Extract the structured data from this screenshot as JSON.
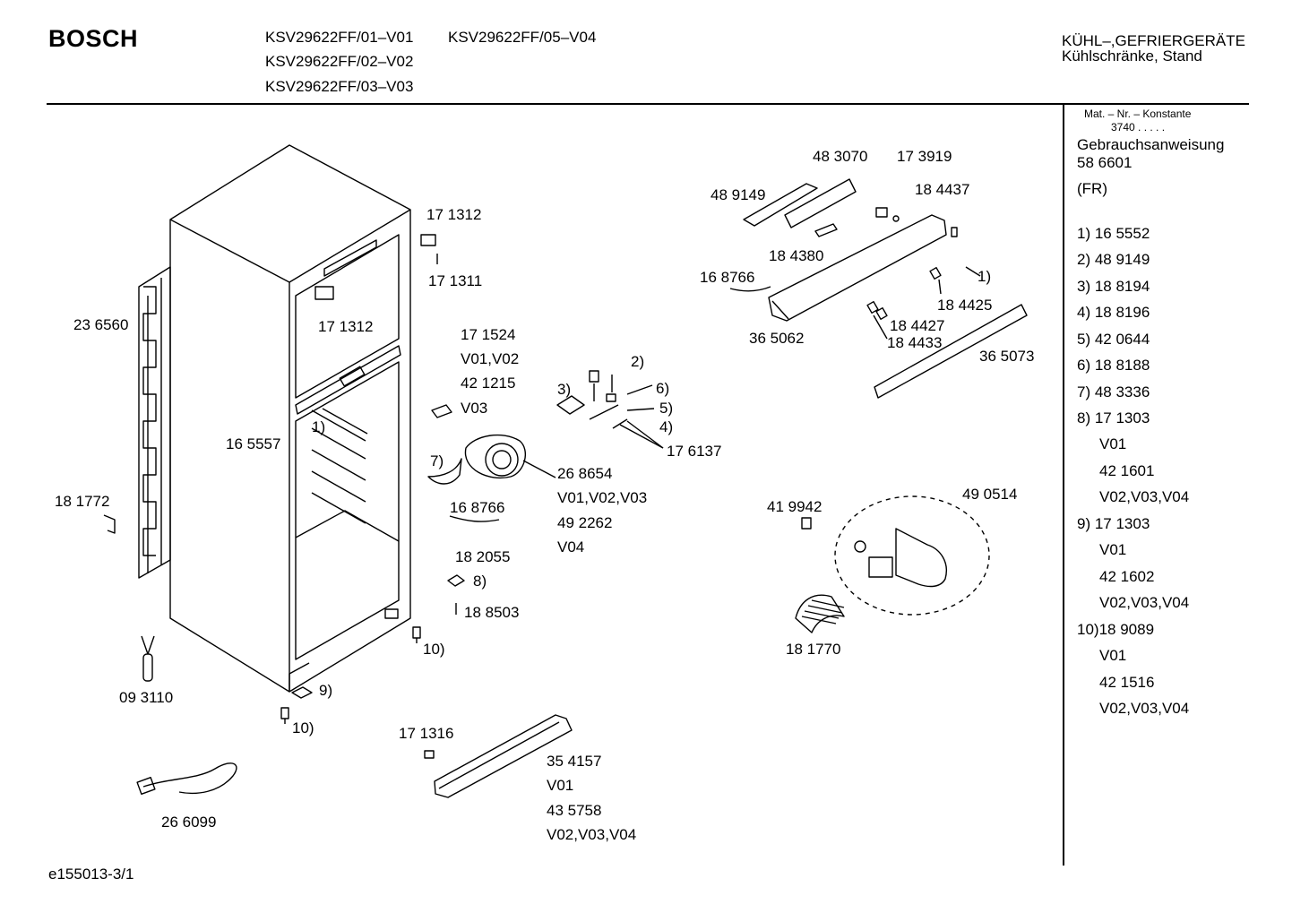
{
  "header": {
    "brand": "BOSCH",
    "models": [
      "KSV29622FF/01–V01",
      "KSV29622FF/05–V04",
      "KSV29622FF/02–V02",
      "KSV29622FF/03–V03"
    ],
    "category_line1": "KÜHL–,GEFRIERGERÄTE",
    "category_line2": "Kühlschränke, Stand"
  },
  "sidebar": {
    "mat_label": "Mat. – Nr. – Konstante",
    "mat_value": "3740  .  .  .  .  .",
    "manual_label": "Gebrauchsanweisung",
    "manual_number": "58 6601",
    "manual_lang": "(FR)",
    "items": [
      "1)  16 5552",
      "2)  48 9149",
      "3)  18 8194",
      "4)  18 8196",
      "5)  42 0644",
      "6)  18 8188",
      "7)  48 3336",
      "8)  17 1303",
      "V01",
      "42 1601",
      "V02,V03,V04",
      "9)  17 1303",
      "V01",
      "42 1602",
      "V02,V03,V04",
      "10)18 9089",
      "V01",
      "42 1516",
      "V02,V03,V04"
    ]
  },
  "parts": [
    "17 1312",
    "17 1311",
    "17 1312",
    "23 6560",
    "16 5557",
    "1)",
    "18 1772",
    "09 3110",
    "26 6099",
    "17 1524",
    "V01,V02",
    "42 1215",
    "V03",
    "2)",
    "3)",
    "6)",
    "5)",
    "4)",
    "17 6137",
    "7)",
    "26 8654",
    "V01,V02,V03",
    "49 2262",
    "V04",
    "16 8766",
    "18 2055",
    "8)",
    "18 8503",
    "10)",
    "9)",
    "10)",
    "17 1316",
    "35 4157",
    "V01",
    "43 5758",
    "V02,V03,V04",
    "48 3070",
    "17 3919",
    "48 9149",
    "18 4437",
    "18 4380",
    "16 8766",
    "1)",
    "18 4425",
    "18 4427",
    "18 4433",
    "36 5062",
    "36 5073",
    "41 9942",
    "49 0514",
    "18 1770"
  ],
  "footer": {
    "drawing_id": "e155013-3/1"
  }
}
